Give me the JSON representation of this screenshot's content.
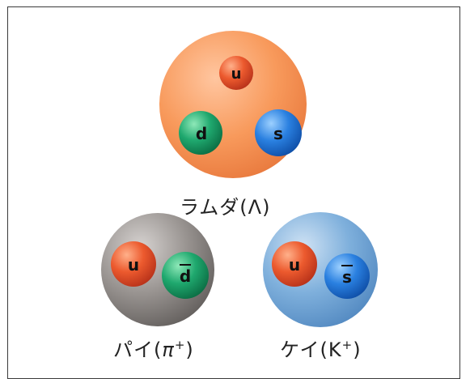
{
  "particles": {
    "lambda": {
      "name_jp": "ラムダ",
      "symbol": "Λ",
      "color": "#f59a5a",
      "quarks": [
        {
          "label": "u",
          "flavor": "up",
          "antiquark": false,
          "color": "#e8502a"
        },
        {
          "label": "d",
          "flavor": "down",
          "antiquark": false,
          "color": "#1aa06a"
        },
        {
          "label": "s",
          "flavor": "strange",
          "antiquark": false,
          "color": "#1e6fd0"
        }
      ]
    },
    "pion": {
      "name_jp": "パイ",
      "symbol": "π",
      "charge": "+",
      "color": "#8a8684",
      "quarks": [
        {
          "label": "u",
          "flavor": "up",
          "antiquark": false,
          "color": "#e8502a"
        },
        {
          "label": "d",
          "flavor": "down",
          "antiquark": true,
          "color": "#1aa06a"
        }
      ]
    },
    "kaon": {
      "name_jp": "ケイ",
      "symbol": "K",
      "charge": "+",
      "color": "#6f9fd0",
      "quarks": [
        {
          "label": "u",
          "flavor": "up",
          "antiquark": false,
          "color": "#e8502a"
        },
        {
          "label": "s",
          "flavor": "strange",
          "antiquark": true,
          "color": "#1e6fd0"
        }
      ]
    }
  }
}
